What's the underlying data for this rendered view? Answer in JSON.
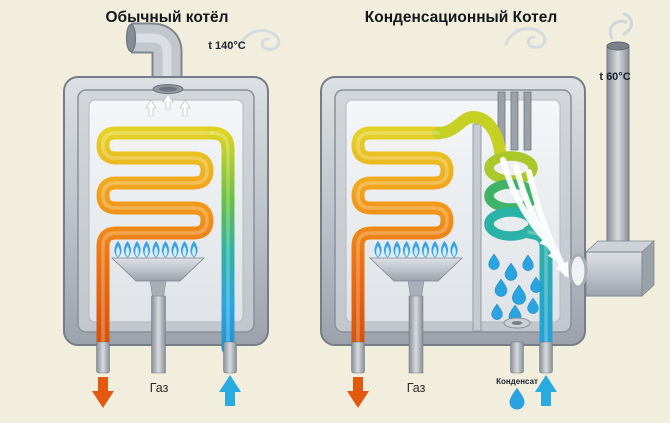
{
  "titles": {
    "left": "Обычный котёл",
    "right": "Конденсационный Котел"
  },
  "left_boiler": {
    "temp_label": "t 140°C",
    "gas_label": "Газ"
  },
  "right_boiler": {
    "temp_label": "t 60°C",
    "gas_label": "Газ",
    "condensate_label": "Конденсат"
  },
  "colors": {
    "background": "#f1eedd",
    "hot_arrow": "#e3590f",
    "cold_arrow": "#29abe2",
    "condensate_drop": "#2aa4e0",
    "flame": "#3aa2e2",
    "pipe_hot": "#ec7214",
    "pipe_warm": "#e3d226",
    "pipe_cold": "#21a0dc",
    "metal": "#bec4cb"
  },
  "icons": {
    "hot_out_arrow": "down-arrow",
    "cold_in_arrow": "up-arrow",
    "vent_arrows": "small-up-arrows",
    "condensate_drop": "water-drop",
    "flue_flow": "curved-white-arrows"
  }
}
